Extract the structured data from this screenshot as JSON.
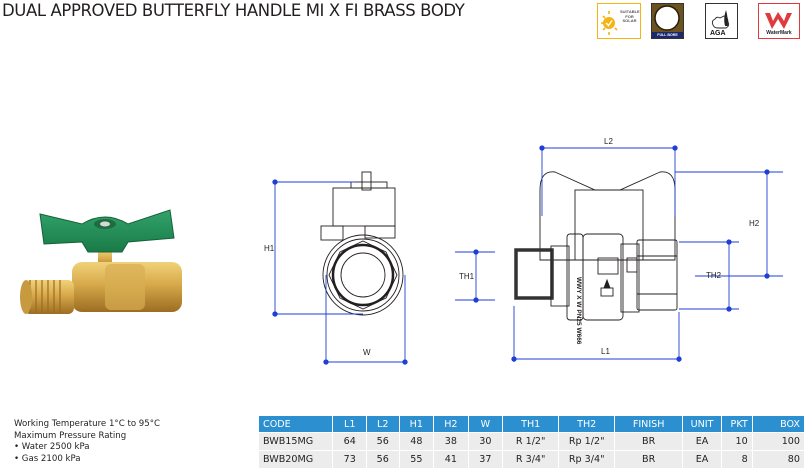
{
  "header": {
    "title": "DUAL APPROVED BUTTERFLY HANDLE MI X FI BRASS BODY"
  },
  "badges": [
    {
      "name": "suitable-for-solar",
      "text": "SUITABLE FOR SOLAR",
      "color": "#f3b414"
    },
    {
      "name": "full-bore",
      "text": "FULL BORE",
      "color": "#6b5220"
    },
    {
      "name": "aga",
      "text": "AGA",
      "color": "#333333"
    },
    {
      "name": "watermark",
      "text": "WaterMark",
      "color": "#e0393e"
    }
  ],
  "drawing": {
    "labels": {
      "h1": "H1",
      "w": "W",
      "l1": "L1",
      "l2": "L2",
      "h2": "H2",
      "th1": "TH1",
      "th2": "TH2"
    },
    "body_marking": "WWY X W PN25 W666",
    "dimension_color": "#1f3fd6"
  },
  "specs": {
    "working_temperature": "Working Temperature  1°C to 95°C",
    "max_pressure_heading": "Maximum Pressure Rating",
    "bullets": [
      "• Water 2500 kPa",
      "• Gas 2100 kPa"
    ]
  },
  "table": {
    "header_color": "#2b8fd0",
    "columns": [
      "CODE",
      "L1",
      "L2",
      "H1",
      "H2",
      "W",
      "TH1",
      "TH2",
      "FINISH",
      "UNIT",
      "PKT",
      "BOX"
    ],
    "rows": [
      [
        "BWB15MG",
        "64",
        "56",
        "48",
        "38",
        "30",
        "R 1/2\"",
        "Rp 1/2\"",
        "BR",
        "EA",
        "10",
        "100"
      ],
      [
        "BWB20MG",
        "73",
        "56",
        "55",
        "41",
        "37",
        "R 3/4\"",
        "Rp 3/4\"",
        "BR",
        "EA",
        "8",
        "80"
      ]
    ]
  }
}
